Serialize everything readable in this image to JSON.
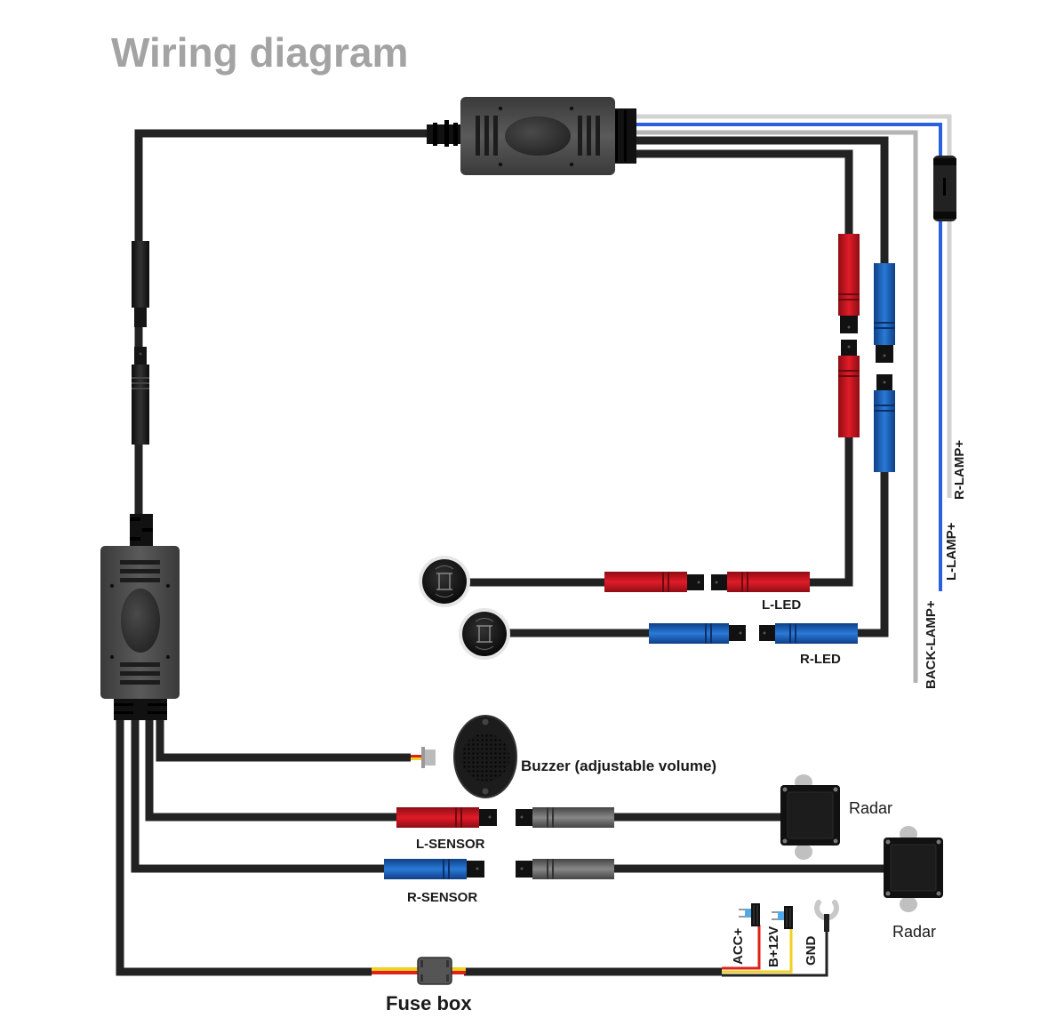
{
  "title": "Wiring diagram",
  "colors": {
    "wire_black": "#222222",
    "wire_blue": "#2a5fe0",
    "wire_gray": "#b4b4b4",
    "wire_lightgray": "#d2d2d2",
    "wire_red": "#e0201a",
    "wire_yellow": "#f0d020",
    "connector_red": "#c8141e",
    "connector_blue": "#1e64c0",
    "connector_gray": "#6e6e6e",
    "title_gray": "#a3a3a3"
  },
  "components": {
    "top_module": "control-module",
    "left_module": "main-control-module",
    "left_led_indicator": "led-indicator",
    "right_led_indicator": "led-indicator",
    "buzzer": "buzzer",
    "radar_left": "radar-sensor",
    "radar_right": "radar-sensor",
    "fuse": "inline-fuse"
  },
  "labels": {
    "l_led": "L-LED",
    "r_led": "R-LED",
    "r_lamp": "R-LAMP+",
    "l_lamp": "L-LAMP+",
    "back_lamp": "BACK-LAMP+",
    "buzzer": "Buzzer (adjustable volume)",
    "radar_1": "Radar",
    "radar_2": "Radar",
    "l_sensor": "L-SENSOR",
    "r_sensor": "R-SENSOR",
    "acc": "ACC+",
    "b12v": "B+12V",
    "gnd": "GND",
    "fuse_box": "Fuse box"
  }
}
